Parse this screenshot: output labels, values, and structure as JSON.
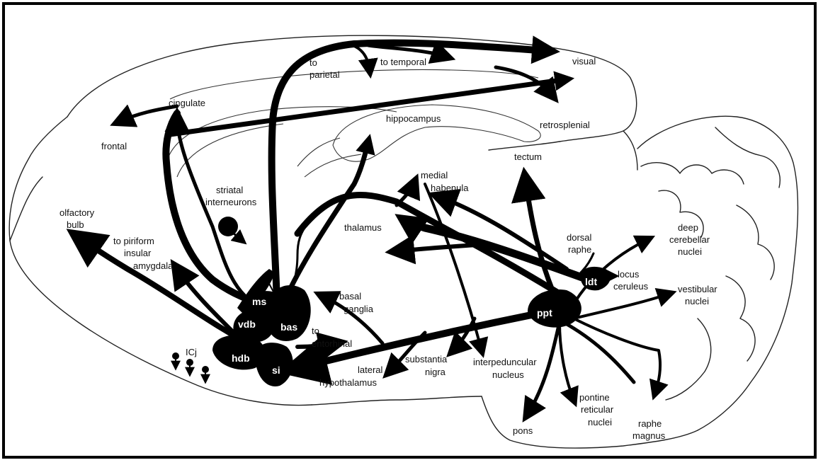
{
  "labels": {
    "visual": "visual",
    "to_parietal_1": "to",
    "to_parietal_2": "parietal",
    "to_temporal": "to  temporal",
    "cingulate": "cingulate",
    "frontal": "frontal",
    "hippocampus": "hippocampus",
    "retrosplenial": "retrosplenial",
    "tectum": "tectum",
    "medial_habenula_1": "medial",
    "medial_habenula_2": "habenula",
    "striatal_1": "striatal",
    "striatal_2": "interneurons",
    "olfactory_1": "olfactory",
    "olfactory_2": "bulb",
    "thalamus": "thalamus",
    "dorsal_raphe_1": "dorsal",
    "dorsal_raphe_2": "raphe",
    "deep_cerebellar_1": "deep",
    "deep_cerebellar_2": "cerebellar",
    "deep_cerebellar_3": "nuclei",
    "piriform_1": "to piriform",
    "piriform_2": "insular",
    "piriform_3": "amygdala",
    "locus_1": "locus",
    "locus_2": "ceruleus",
    "basal_ganglia_1": "basal",
    "basal_ganglia_2": "ganglia",
    "vestibular_1": "vestibular",
    "vestibular_2": "nuclei",
    "to_entorhinal_1": "to",
    "to_entorhinal_2": "entorhinal",
    "icj": "ICj",
    "substantia_1": "substantia",
    "substantia_2": "nigra",
    "interpeduncular_1": "interpeduncular",
    "interpeduncular_2": "nucleus",
    "lateral_hyp_1": "lateral",
    "lateral_hyp_2": "hypothalamus",
    "pontine_1": "pontine",
    "pontine_2": "reticular",
    "pontine_3": "nuclei",
    "pons": "pons",
    "raphe_magnus_1": "raphe",
    "raphe_magnus_2": "magnus"
  },
  "nuclei": {
    "ms": "ms",
    "vdb": "vdb",
    "bas": "bas",
    "hdb": "hdb",
    "si": "si",
    "ldt": "ldt",
    "ppt": "ppt"
  }
}
